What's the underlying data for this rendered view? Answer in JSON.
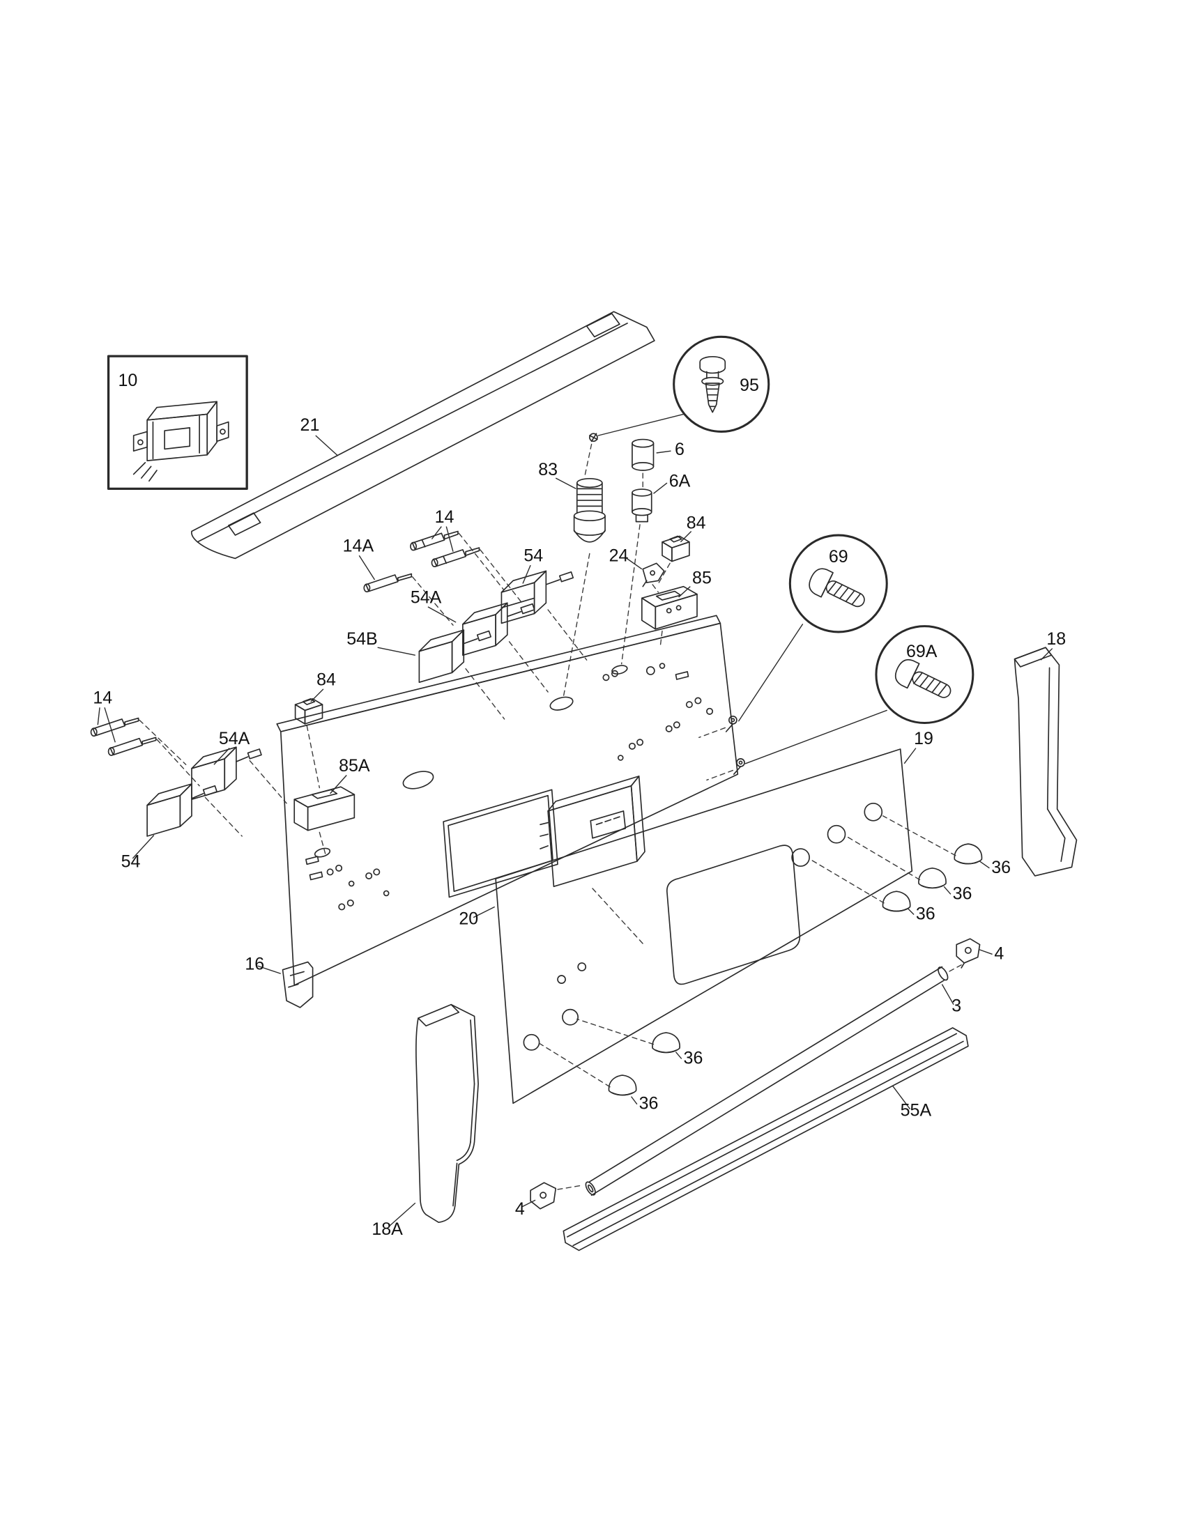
{
  "diagram": {
    "kind": "exploded-parts-diagram",
    "background_color": "#ffffff",
    "line_color": "#2a2a2a",
    "labels": [
      {
        "text": "10"
      },
      {
        "text": "21"
      },
      {
        "text": "95"
      },
      {
        "text": "83"
      },
      {
        "text": "6"
      },
      {
        "text": "6A"
      },
      {
        "text": "84"
      },
      {
        "text": "24"
      },
      {
        "text": "85"
      },
      {
        "text": "14"
      },
      {
        "text": "14A"
      },
      {
        "text": "54"
      },
      {
        "text": "54A"
      },
      {
        "text": "54B"
      },
      {
        "text": "69"
      },
      {
        "text": "69A"
      },
      {
        "text": "18"
      },
      {
        "text": "14"
      },
      {
        "text": "54A"
      },
      {
        "text": "84"
      },
      {
        "text": "85A"
      },
      {
        "text": "54"
      },
      {
        "text": "19"
      },
      {
        "text": "36"
      },
      {
        "text": "36"
      },
      {
        "text": "36"
      },
      {
        "text": "20"
      },
      {
        "text": "16"
      },
      {
        "text": "4"
      },
      {
        "text": "3"
      },
      {
        "text": "36"
      },
      {
        "text": "36"
      },
      {
        "text": "55A"
      },
      {
        "text": "18A"
      },
      {
        "text": "4"
      }
    ]
  }
}
